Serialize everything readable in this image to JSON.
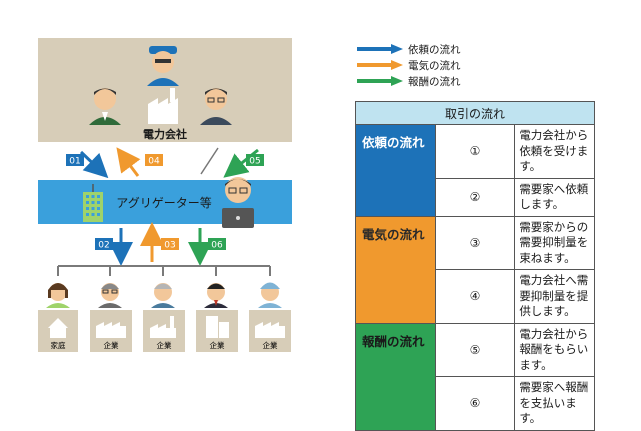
{
  "legend": {
    "items": [
      {
        "label": "依頼の流れ",
        "color": "#1d72b8"
      },
      {
        "label": "電気の流れ",
        "color": "#f0992e"
      },
      {
        "label": "報酬の流れ",
        "color": "#2ea355"
      }
    ]
  },
  "diagram": {
    "utility_label": "電力会社",
    "aggregator_label": "アグリゲーター等",
    "arrows": [
      {
        "label": "01",
        "color": "#1d72b8"
      },
      {
        "label": "04",
        "color": "#f0992e"
      },
      {
        "label": "05",
        "color": "#2ea355"
      },
      {
        "label": "02",
        "color": "#1d72b8"
      },
      {
        "label": "03",
        "color": "#f0992e"
      },
      {
        "label": "06",
        "color": "#2ea355"
      }
    ],
    "consumers": [
      {
        "label": "家庭",
        "icon": "house-icon"
      },
      {
        "label": "企業",
        "icon": "factory-icon"
      },
      {
        "label": "企業",
        "icon": "factory-chimney-icon"
      },
      {
        "label": "企業",
        "icon": "office-building-icon"
      },
      {
        "label": "企業",
        "icon": "factory-icon"
      }
    ],
    "colors": {
      "utility_bg": "#d7cdb8",
      "aggregator_bg": "#3aa0dc",
      "consumer_bg": "#d7cdb8"
    }
  },
  "table": {
    "title": "取引の流れ",
    "groups": [
      {
        "category": "依頼の流れ",
        "color": "#1d72b8",
        "steps": [
          {
            "num": "①",
            "text": "電力会社から依頼を受けます。"
          },
          {
            "num": "②",
            "text": "需要家へ依頼します。"
          }
        ]
      },
      {
        "category": "電気の流れ",
        "color": "#f0992e",
        "steps": [
          {
            "num": "③",
            "text": "需要家からの需要抑制量を束ねます。"
          },
          {
            "num": "④",
            "text": "電力会社へ需要抑制量を提供します。"
          }
        ]
      },
      {
        "category": "報酬の流れ",
        "color": "#2ea355",
        "steps": [
          {
            "num": "⑤",
            "text": "電力会社から報酬をもらいます。"
          },
          {
            "num": "⑥",
            "text": "需要家へ報酬を支払います。"
          }
        ]
      }
    ]
  }
}
